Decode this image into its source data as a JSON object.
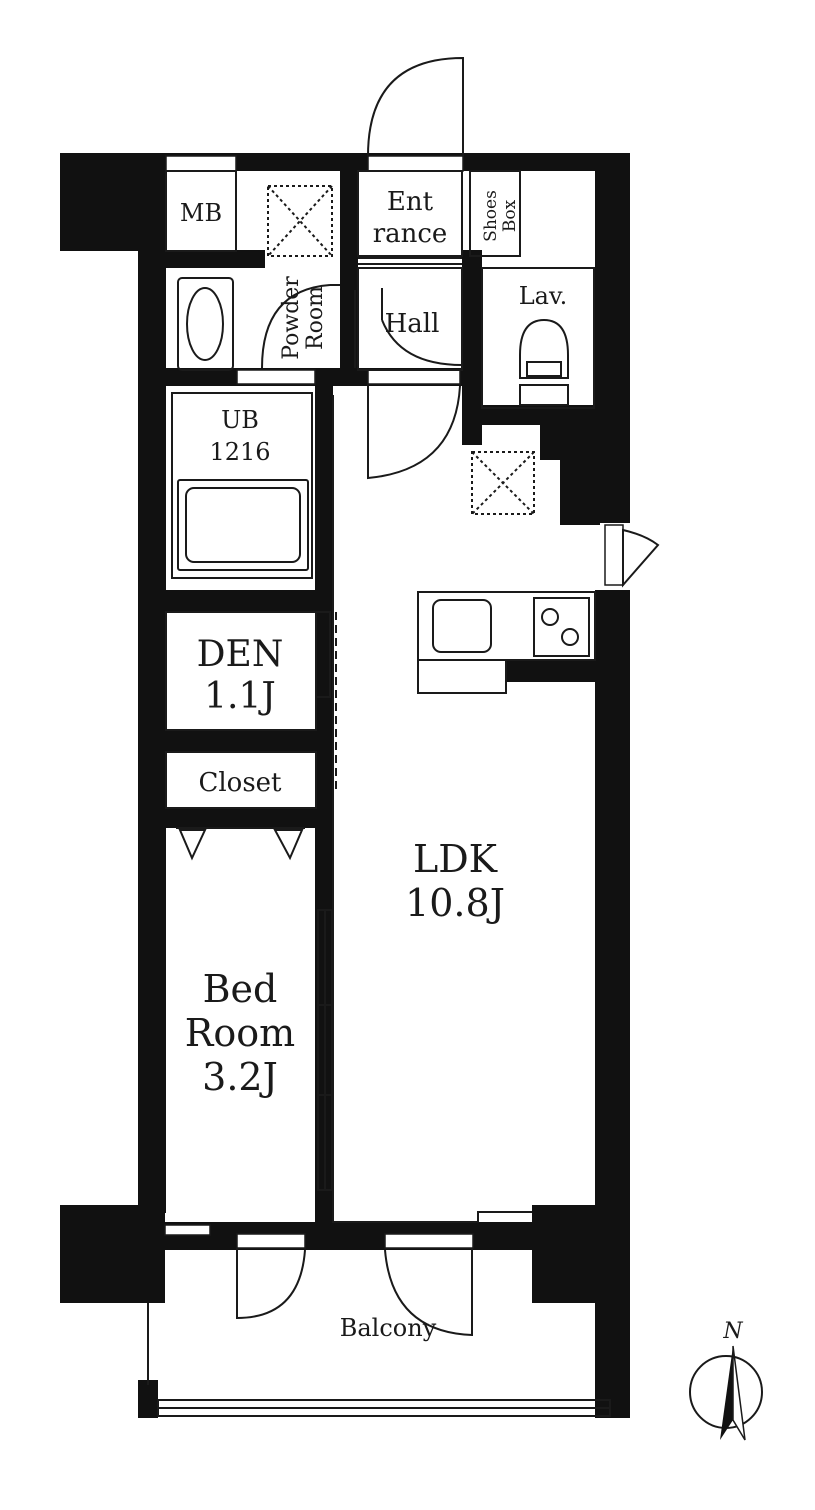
{
  "rooms": {
    "mb": "MB",
    "entrance_line1": "Ent",
    "entrance_line2": "rance",
    "shoes_line1": "Shoes",
    "shoes_line2": "Box",
    "powder_line1": "Powder",
    "powder_line2": "Room",
    "hall": "Hall",
    "lav": "Lav.",
    "ub_line1": "UB",
    "ub_line2": "1216",
    "den_line1": "DEN",
    "den_line2": "1.1J",
    "closet": "Closet",
    "ldk_line1": "LDK",
    "ldk_line2": "10.8J",
    "bed_line1": "Bed",
    "bed_line2": "Room",
    "bed_line3": "3.2J",
    "balcony": "Balcony"
  },
  "compass": {
    "north": "N"
  },
  "colors": {
    "wall": "#111111",
    "line": "#1a1a1a",
    "fixture": "#7a7a7a"
  }
}
